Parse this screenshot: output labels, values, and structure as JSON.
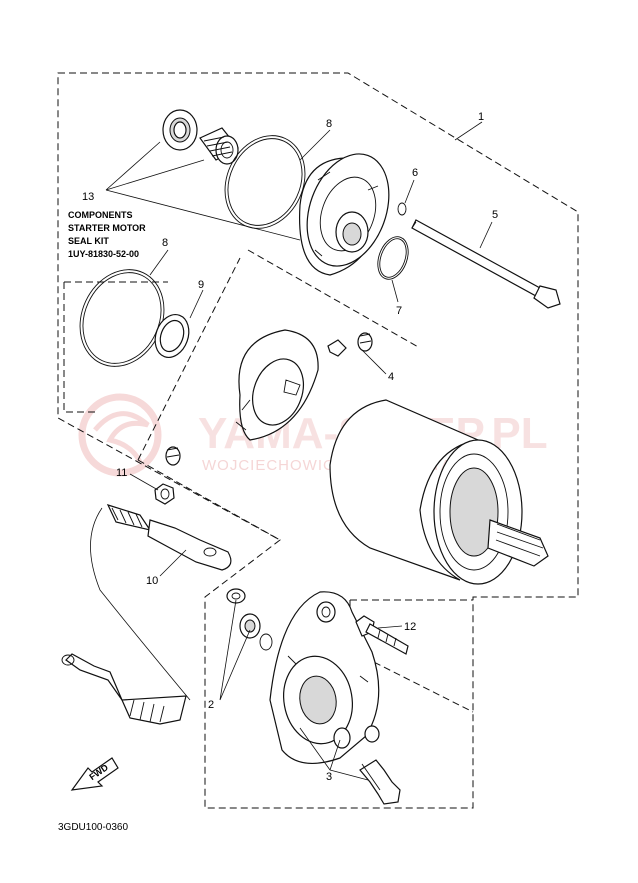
{
  "callouts": {
    "c1": "1",
    "c2": "2",
    "c3": "3",
    "c4": "4",
    "c5": "5",
    "c6": "6",
    "c7": "7",
    "c8a": "8",
    "c8b": "8",
    "c9": "9",
    "c10": "10",
    "c11": "11",
    "c12": "12",
    "c13": "13"
  },
  "kit_note": {
    "line1": "COMPONENTS",
    "line2": "STARTER MOTOR",
    "line3": "SEAL KIT",
    "line4": "1UY-81830-52-00"
  },
  "fwd_label": "FWD",
  "diagram_code": "3GDU100-0360",
  "watermark": {
    "title": "YAMA-SKLEP.PL",
    "subtitle": "WOJCIECHOWICZ | DEALER YAMAHA"
  },
  "colors": {
    "line": "#111111",
    "watermark": "#f2c9c9",
    "background": "#ffffff"
  }
}
